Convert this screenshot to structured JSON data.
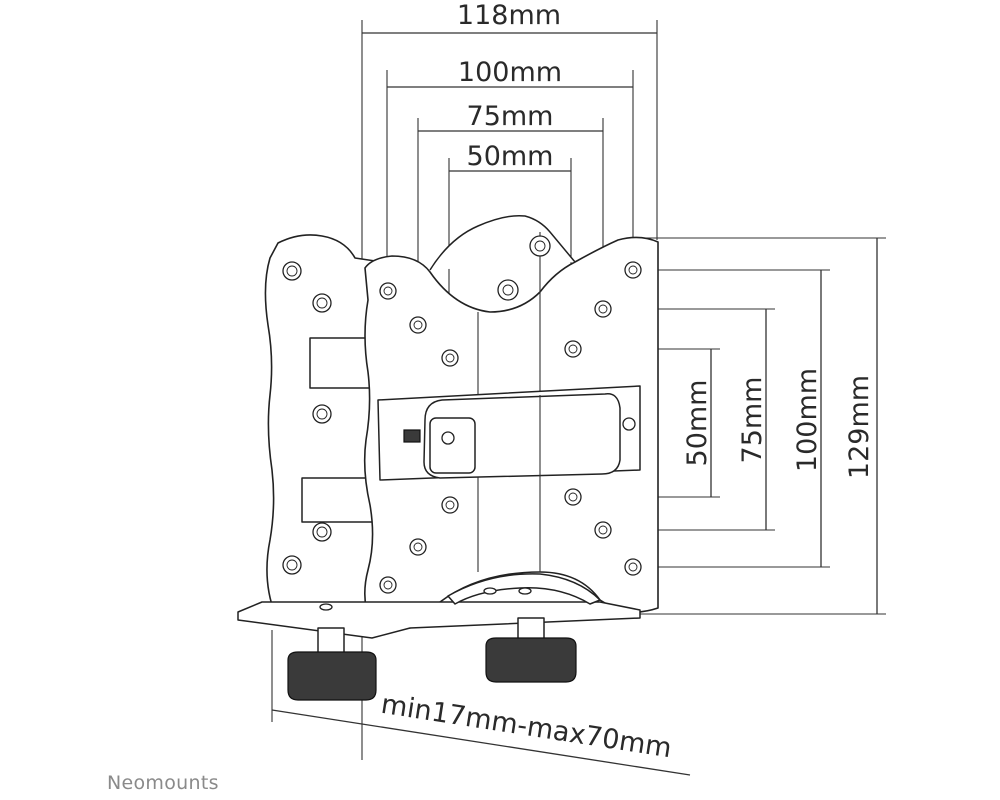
{
  "dimensions": {
    "horizontal": [
      "118mm",
      "100mm",
      "75mm",
      "50mm"
    ],
    "vertical": [
      "50mm",
      "75mm",
      "100mm",
      "129mm"
    ],
    "clamp_range": "min17mm-max70mm"
  },
  "brand": "Neomounts"
}
